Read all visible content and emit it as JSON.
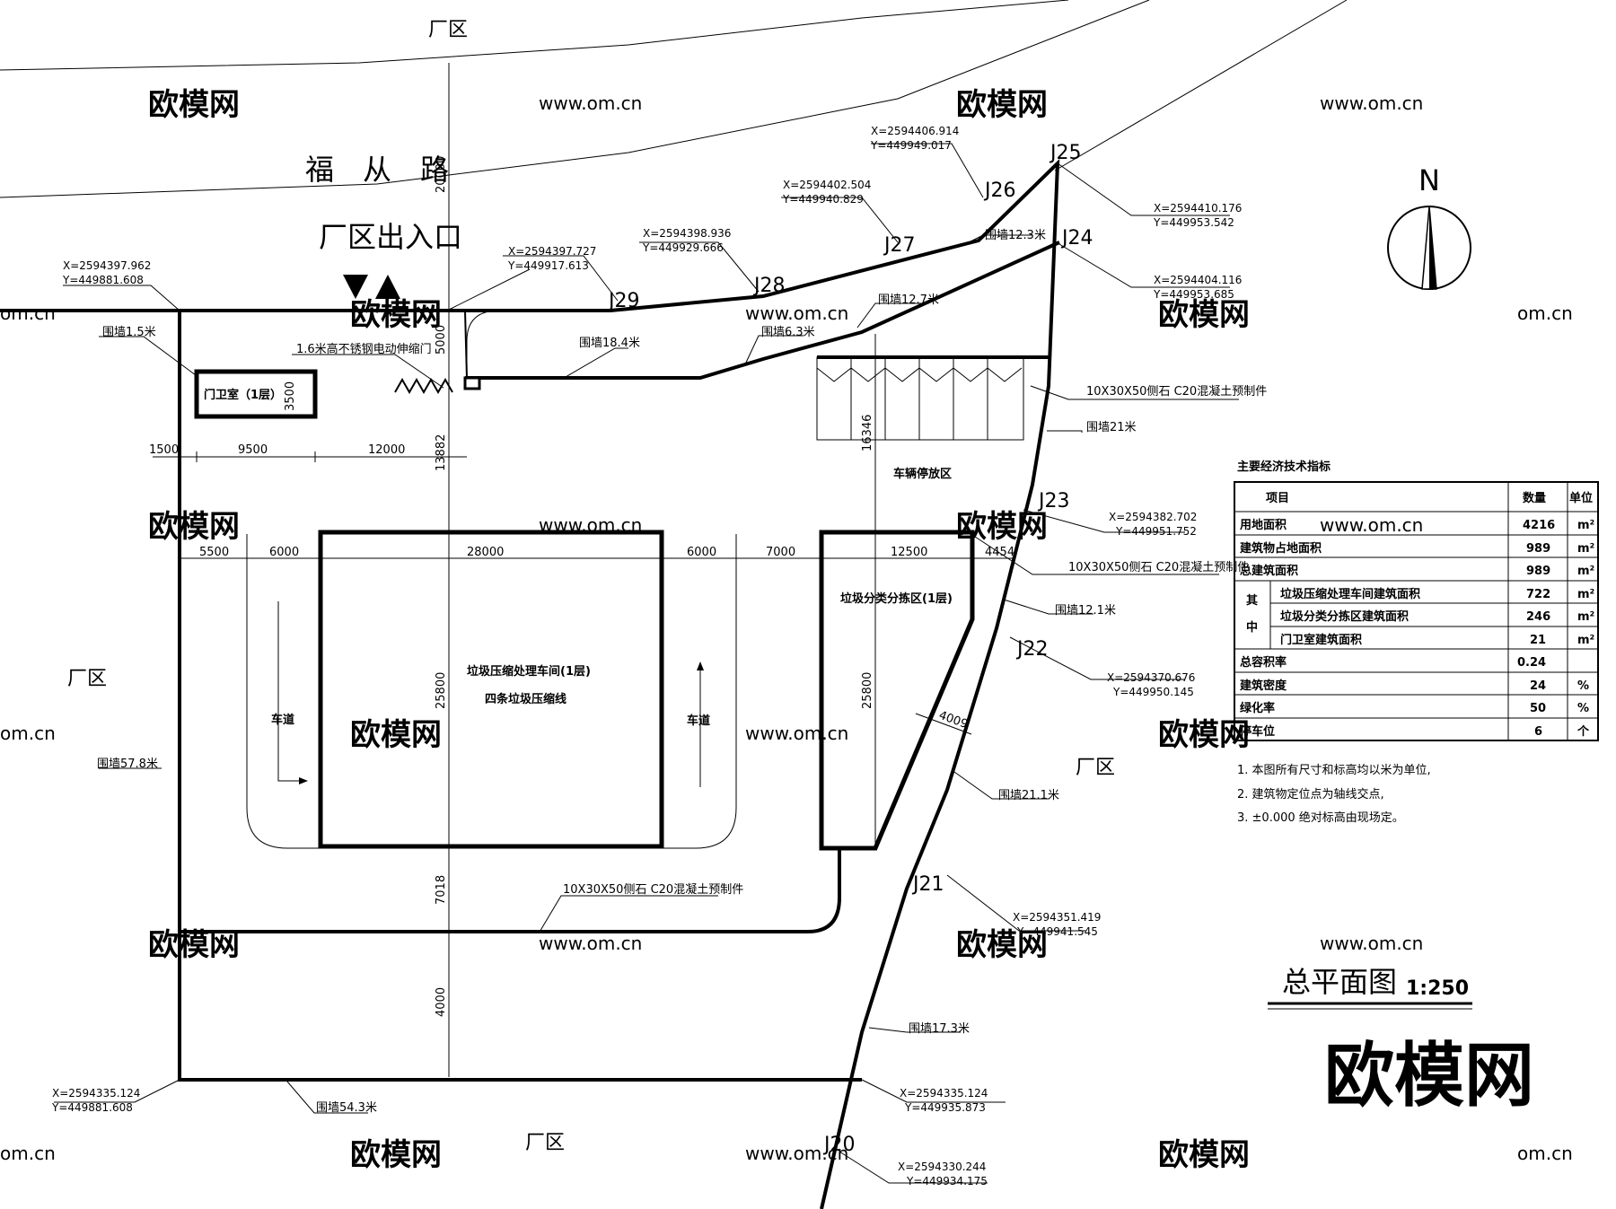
{
  "labels": {
    "zone_top": "厂区",
    "zone_left": "厂区",
    "zone_right": "厂区",
    "zone_bottom": "厂区",
    "road": "福　从　路",
    "entrance": "厂区出入口",
    "north": "N",
    "gate_door": "1.6米高不锈钢电动伸缩门",
    "guard_house": "门卫室（1层）",
    "parking": "车辆停放区",
    "sorting": "垃圾分类分拣区(1层)",
    "workshop": "垃圾压缩处理车间(1层)",
    "workshop_sub": "四条垃圾压缩线",
    "lane_left": "车道",
    "lane_right": "车道",
    "precast_1": "10X30X50侧石 C20混凝土预制件",
    "precast_2": "10X30X50侧石 C20混凝土预制件",
    "precast_3": "10X30X50侧石 C20混凝土预制件"
  },
  "walls": {
    "w1": "围墙1.5米",
    "w2": "围墙18.4米",
    "w3": "围墙6.3米",
    "w4": "围墙12.7米",
    "w5": "围墙12.3米",
    "w6": "围墙21米",
    "w7": "围墙12.1米",
    "w8": "围墙21.1米",
    "w9": "围墙17.3米",
    "w10": "围墙54.3米",
    "w11": "围墙57.8米"
  },
  "points": {
    "J20": "J20",
    "J21": "J21",
    "J22": "J22",
    "J23": "J23",
    "J24": "J24",
    "J25": "J25",
    "J26": "J26",
    "J27": "J27",
    "J28": "J28",
    "J29": "J29"
  },
  "coords": {
    "c_nw_x": "X=2594397.962",
    "c_nw_y": "Y=449881.608",
    "c_j29_x": "X=2594397.727",
    "c_j29_y": "Y=449917.613",
    "c_j28_x": "X=2594398.936",
    "c_j28_y": "Y=449929.666",
    "c_j27_x": "X=2594402.504",
    "c_j27_y": "Y=449940.829",
    "c_j26_x": "X=2594406.914",
    "c_j26_y": "Y=449949.017",
    "c_j25_x": "X=2594410.176",
    "c_j25_y": "Y=449953.542",
    "c_j24_x": "X=2594404.116",
    "c_j24_y": "Y=449953.685",
    "c_j23_x": "X=2594382.702",
    "c_j23_y": "Y=449951.752",
    "c_j22_x": "X=2594370.676",
    "c_j22_y": "Y=449950.145",
    "c_j21_x": "X=2594351.419",
    "c_j21_y": "Y=449941.545",
    "c_se_x": "X=2594335.124",
    "c_se_y": "Y=449935.873",
    "c_j20_x": "X=2594330.244",
    "c_j20_y": "Y=449934.175",
    "c_sw_x": "X=2594335.124",
    "c_sw_y": "Y=449881.608"
  },
  "dims": {
    "d20000": "20000",
    "d5000": "5000",
    "d3500": "3500",
    "d1500": "1500",
    "d9500": "9500",
    "d12000": "12000",
    "d13882": "13882",
    "d16346": "16346",
    "d5500": "5500",
    "d6000a": "6000",
    "d28000": "28000",
    "d6000b": "6000",
    "d7000": "7000",
    "d12500": "12500",
    "d4454": "4454",
    "d25800a": "25800",
    "d25800b": "25800",
    "d4009": "4009",
    "d7018": "7018",
    "d4000": "4000"
  },
  "table": {
    "title": "主要经济技术指标",
    "headers": [
      "项目",
      "数量",
      "单位"
    ],
    "rows": [
      {
        "item": "用地面积",
        "value": "4216",
        "unit": "m²"
      },
      {
        "item": "建筑物占地面积",
        "value": "989",
        "unit": "m²"
      },
      {
        "item": "总建筑面积",
        "value": "989",
        "unit": "m²"
      },
      {
        "item": "垃圾压缩处理车间建筑面积",
        "value": "722",
        "unit": "m²"
      },
      {
        "item": "垃圾分类分拣区建筑面积",
        "value": "246",
        "unit": "m²"
      },
      {
        "item": "门卫室建筑面积",
        "value": "21",
        "unit": "m²"
      },
      {
        "item": "总容积率",
        "value": "0.24",
        "unit": ""
      },
      {
        "item": "建筑密度",
        "value": "24",
        "unit": "%"
      },
      {
        "item": "绿化率",
        "value": "50",
        "unit": "%"
      },
      {
        "item": "停车位",
        "value": "6",
        "unit": "个"
      }
    ],
    "group_label_1": "其",
    "group_label_2": "中"
  },
  "notes": [
    "1. 本图所有尺寸和标高均以米为单位,",
    "2. 建筑物定位点为轴线交点,",
    "3. ±0.000  绝对标高由现场定。"
  ],
  "drawing_title": "总平面图",
  "drawing_scale": "1:250",
  "watermark": {
    "brand": "欧模网",
    "url": "www.om.cn",
    "url_short": "om.cn"
  }
}
